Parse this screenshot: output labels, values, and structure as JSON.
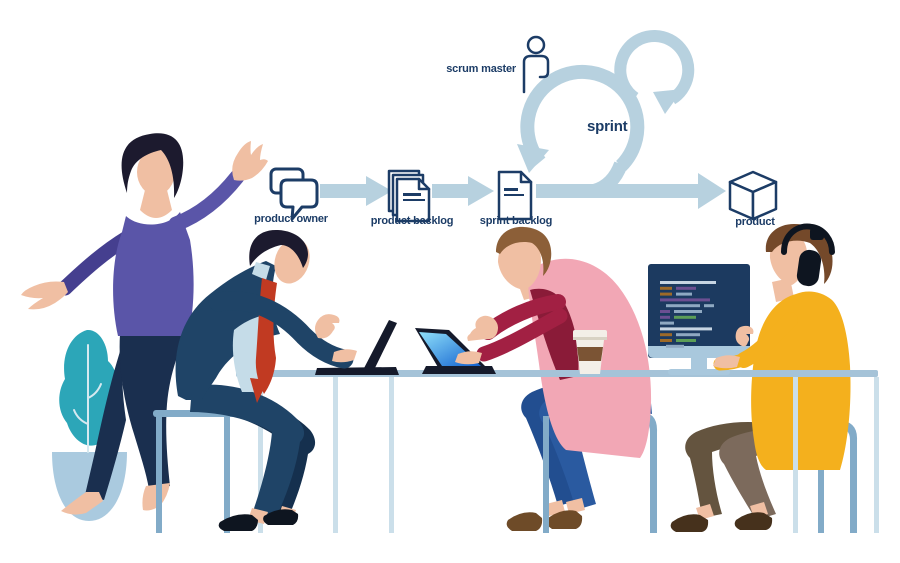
{
  "diagram": {
    "labels": {
      "product_owner": "product owner",
      "product_backlog": "product backlog",
      "sprint_backlog": "sprint backlog",
      "scrum_master": "scrum master",
      "sprint": "sprint",
      "product": "product"
    },
    "icons": [
      "speech-bubbles-icon",
      "document-stack-icon",
      "document-icon",
      "person-outline-icon",
      "sprint-loop-icon",
      "cube-icon",
      "arrow-right-icon"
    ]
  },
  "scene_icons": [
    "plant-icon",
    "monitor-icon",
    "laptop-icon",
    "coffee-cup-icon",
    "headphones-icon"
  ],
  "palette": {
    "arrow": "#b7d1df",
    "outline": "#1c3c66",
    "skin": "#f0bfa3",
    "skin_shadow": "#e3a183",
    "hair_dark": "#1c1a2e",
    "purple": "#5a55a8",
    "purple_dark": "#453f8f",
    "navy_pants": "#1a2f4f",
    "suit": "#1f4467",
    "suit_dark": "#15304e",
    "shirt": "#c5dce8",
    "tie": "#c13a22",
    "teal": "#2ca6b8",
    "pot": "#aacadf",
    "desk": "#a5c3d8",
    "desk_leg": "#cbdfea",
    "chair": "#82abc8",
    "pink": "#f2a7b5",
    "crimson": "#a22043",
    "crimson_dark": "#8a1b38",
    "jeans": "#2a5aa0",
    "jeans_dark": "#224e90",
    "yellow": "#f4b01d",
    "pants_brown": "#7c6a5c",
    "pants_brown_dark": "#64543f",
    "black": "#0e1520",
    "shoe_brown": "#6e4b28",
    "shoe_dark": "#46311c",
    "hair_brown": "#8c5f38",
    "hair_brown2": "#74492a",
    "monitor_bg": "#1c3a60",
    "monitor_frame": "#a9c8dd",
    "cup": "#f3efe8",
    "cup_band": "#7b5434",
    "laptop_dark": "#151a2b",
    "screen_blue_light": "#8fe0fa",
    "screen_blue_deep": "#1160cf"
  },
  "monitor": {
    "code_colors": {
      "gray": "#8fa9c2",
      "bright": "#c7d5e3",
      "orange": "#9e6a28",
      "purple": "#6c4f92",
      "green": "#5c9e57"
    },
    "code_lines": [
      {
        "indent": 0,
        "segs": [
          [
            56,
            "bright"
          ]
        ]
      },
      {
        "indent": 0,
        "segs": [
          [
            12,
            "orange"
          ],
          [
            20,
            "purple"
          ]
        ]
      },
      {
        "indent": 0,
        "segs": [
          [
            12,
            "orange"
          ],
          [
            16,
            "gray"
          ]
        ]
      },
      {
        "indent": 0,
        "segs": [
          [
            50,
            "purple"
          ]
        ]
      },
      {
        "indent": 6,
        "segs": [
          [
            34,
            "gray"
          ],
          [
            10,
            "gray"
          ]
        ]
      },
      {
        "indent": 0,
        "segs": [
          [
            10,
            "purple"
          ],
          [
            28,
            "gray"
          ]
        ]
      },
      {
        "indent": 0,
        "segs": [
          [
            10,
            "purple"
          ],
          [
            22,
            "green"
          ]
        ]
      },
      {
        "indent": 0,
        "segs": [
          [
            14,
            "gray"
          ]
        ]
      },
      {
        "indent": 0,
        "segs": [
          [
            52,
            "bright"
          ]
        ]
      },
      {
        "indent": 0,
        "segs": [
          [
            12,
            "orange"
          ],
          [
            24,
            "gray"
          ]
        ]
      },
      {
        "indent": 0,
        "segs": [
          [
            12,
            "orange"
          ],
          [
            20,
            "green"
          ]
        ]
      },
      {
        "indent": 6,
        "segs": [
          [
            18,
            "gray"
          ]
        ]
      }
    ]
  }
}
